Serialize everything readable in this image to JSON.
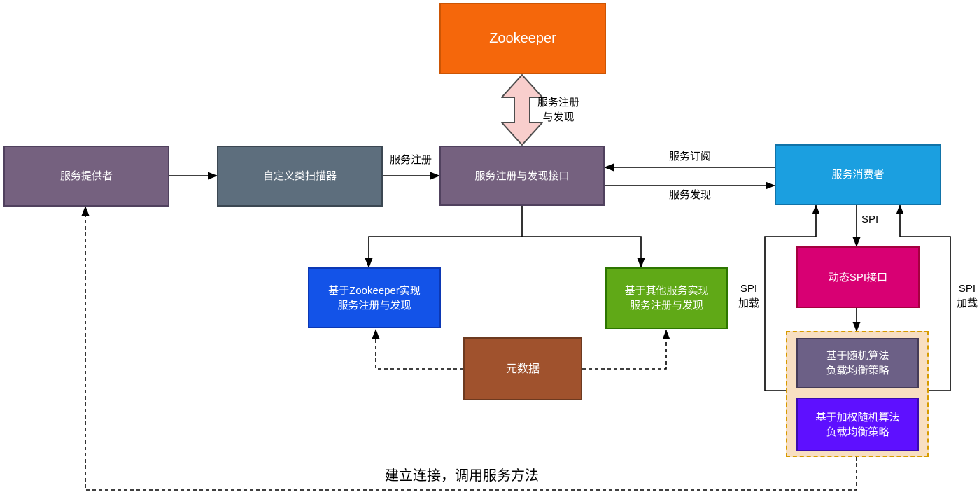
{
  "diagram": {
    "nodes": {
      "zookeeper": {
        "label": "Zookeeper",
        "fill": "#F5670B"
      },
      "provider": {
        "label": "服务提供者",
        "fill": "#75617F"
      },
      "scanner": {
        "label": "自定义类扫描器",
        "fill": "#5D6E7D"
      },
      "registry_interface": {
        "label": "服务注册与发现接口",
        "fill": "#75617F"
      },
      "consumer": {
        "label": "服务消费者",
        "fill": "#1B9FE0"
      },
      "zookeeper_impl": {
        "label": "基于Zookeeper实现\n服务注册与发现",
        "fill": "#1353E8"
      },
      "other_impl": {
        "label": "基于其他服务实现\n服务注册与发现",
        "fill": "#60A917"
      },
      "metadata": {
        "label": "元数据",
        "fill": "#A0522D"
      },
      "dynamic_spi": {
        "label": "动态SPI接口",
        "fill": "#D80073"
      },
      "random_lb": {
        "label": "基于随机算法\n负载均衡策略",
        "fill": "#6C6086"
      },
      "weighted_random_lb": {
        "label": "基于加权随机算法\n负载均衡策略",
        "fill": "#5E10FF"
      },
      "lb_group": {
        "fill": "#F8DFC2",
        "border": "#D79B00"
      }
    },
    "edges": {
      "zk_sync": {
        "label": "服务注册\n与发现",
        "arrow_fill": "#F8CECC",
        "arrow_stroke": "#4D4D4D"
      },
      "register": {
        "label": "服务注册"
      },
      "subscribe": {
        "label": "服务订阅"
      },
      "discover": {
        "label": "服务发现"
      },
      "spi": {
        "label": "SPI"
      },
      "spi_load_left": {
        "label": "SPI\n加载"
      },
      "spi_load_right": {
        "label": "SPI\n加载"
      },
      "connect": {
        "label": "建立连接，调用服务方法"
      },
      "line_color": "#000000"
    }
  }
}
